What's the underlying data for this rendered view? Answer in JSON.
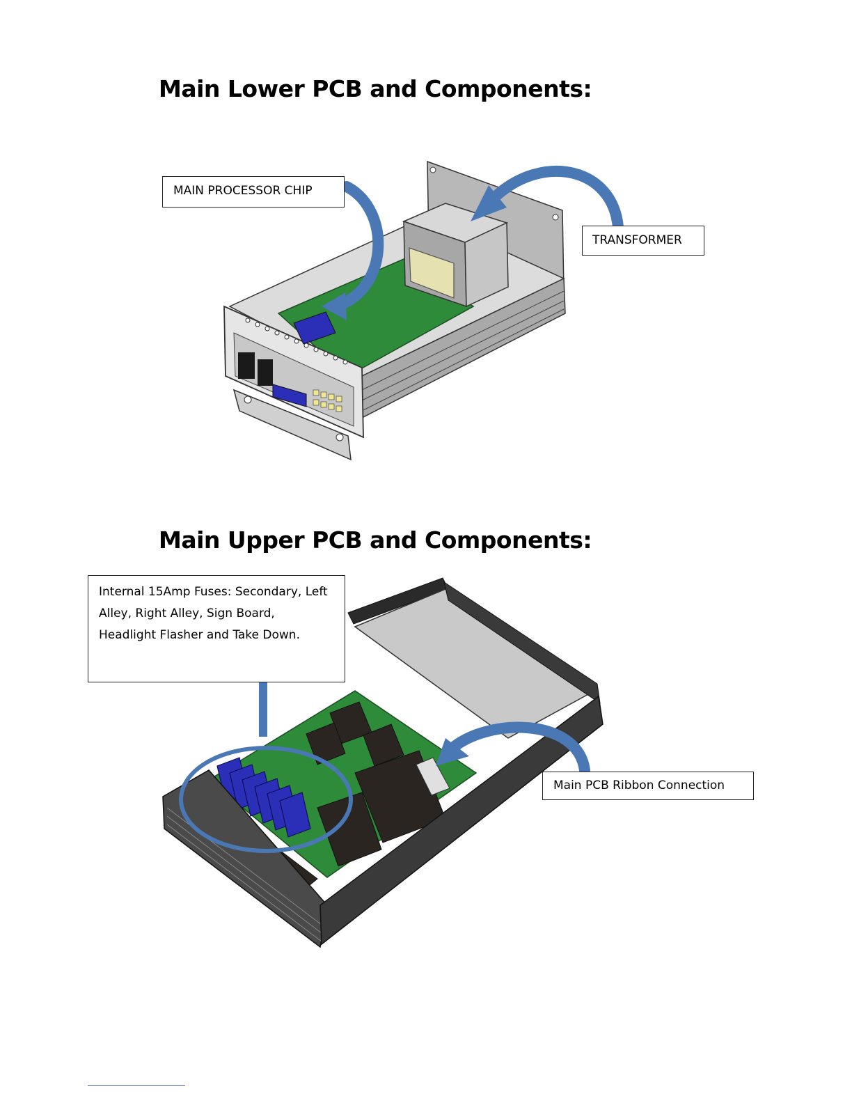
{
  "headings": {
    "lower": "Main Lower PCB and Components:",
    "upper": "Main Upper PCB and Components:"
  },
  "callouts": {
    "chip": "MAIN PROCESSOR CHIP",
    "transformer": "TRANSFORMER",
    "fuses": "Internal 15Amp Fuses: Secondary, Left Alley, Right Alley, Sign Board, Headlight Flasher and Take Down.",
    "ribbon": "Main PCB Ribbon Connection"
  },
  "colors": {
    "arrow": "#4a78b4",
    "pcb": "#2e8b3a",
    "fuse": "#2b2fb8",
    "housing": "#9a9a9a",
    "relay": "#2a2520"
  }
}
